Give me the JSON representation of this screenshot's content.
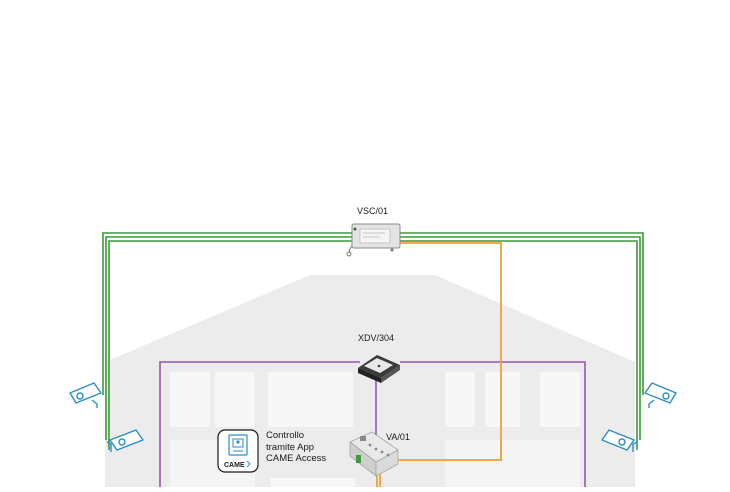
{
  "devices": {
    "gateway": {
      "label": "VSC/01"
    },
    "switch": {
      "label": "XDV/304"
    },
    "power_supply": {
      "label": "VA/01"
    }
  },
  "app_box": {
    "line1": "Controllo",
    "line2": "tramite App",
    "line3": "CAME Access",
    "logo_text": "CAME"
  },
  "wire_colors": {
    "camera_bus": "#3a9a3a",
    "video_bus": "#f0a030",
    "door_bus": "#9a55b0"
  }
}
